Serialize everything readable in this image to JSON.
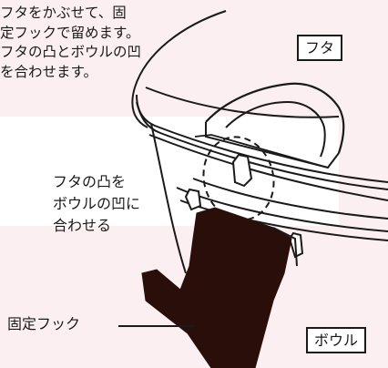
{
  "instructions": {
    "lines": [
      "フタをかぶせて、固",
      "定フックで留めます。",
      "フタの凸とボウルの凹",
      "を合わせます。"
    ]
  },
  "labels": {
    "lid": "フタ",
    "bowl": "ボウル",
    "callout_lines": [
      "フタの凸を",
      "ボウルの凹に",
      "合わせる"
    ],
    "hook": "固定フック"
  },
  "colors": {
    "panel_bg": "#fbeff1",
    "hook_fill": "#2a0e0a",
    "line": "#1a1a1a"
  }
}
